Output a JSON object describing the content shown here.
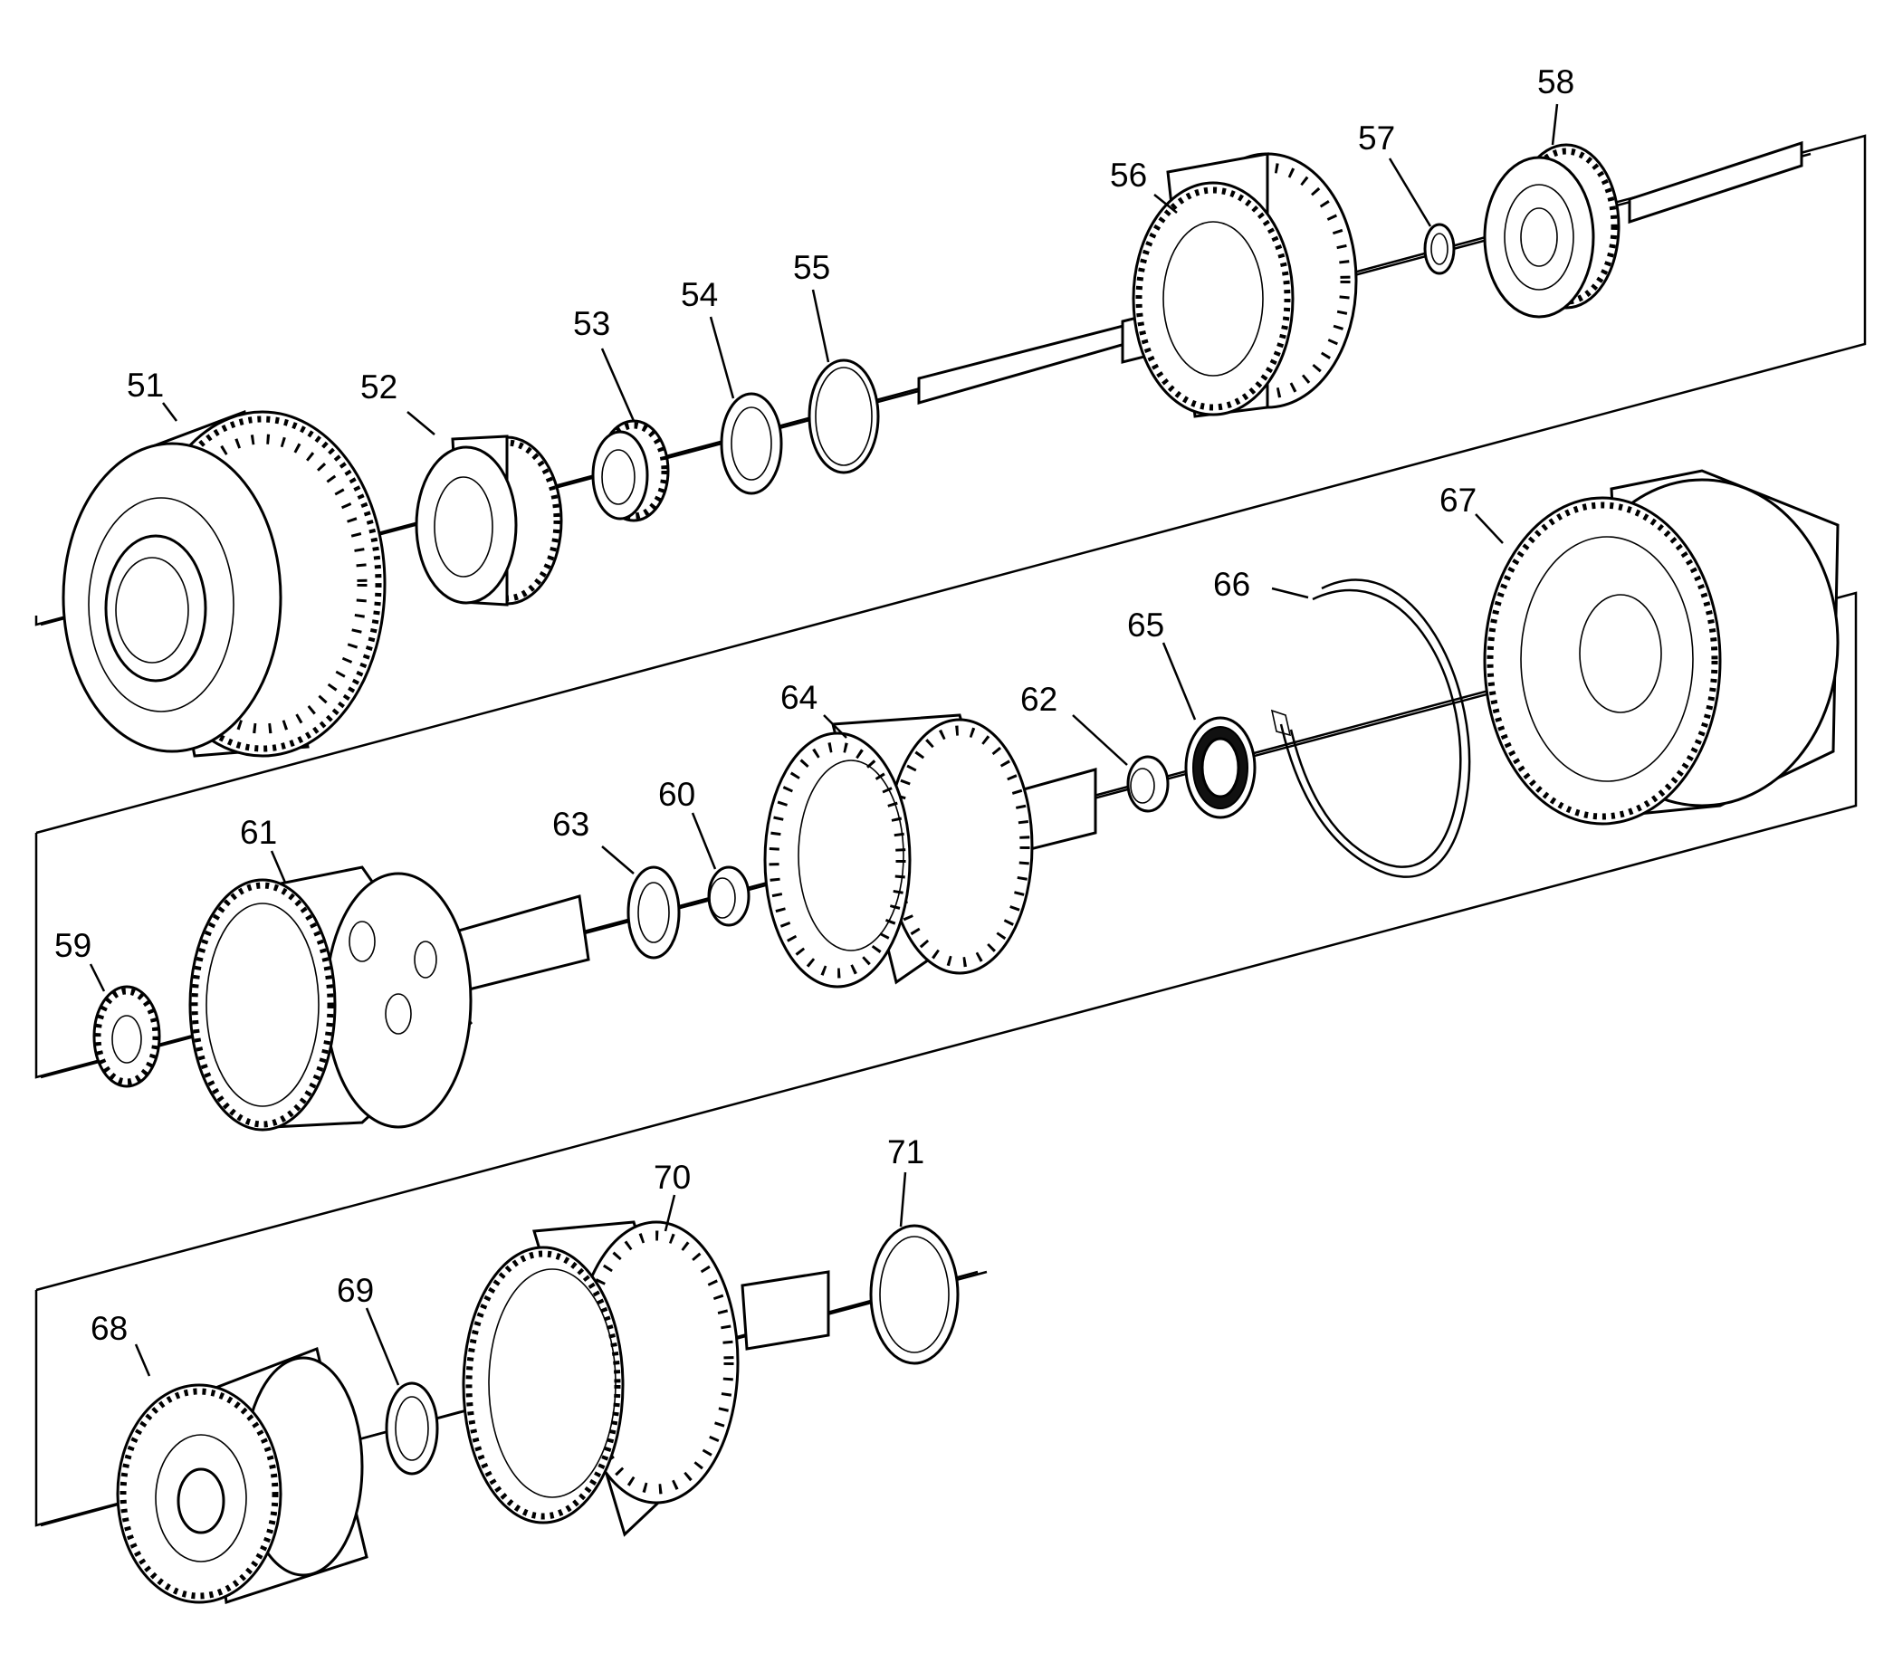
{
  "parts": [
    {
      "label": "51"
    },
    {
      "label": "52"
    },
    {
      "label": "53"
    },
    {
      "label": "54"
    },
    {
      "label": "55"
    },
    {
      "label": "56"
    },
    {
      "label": "57"
    },
    {
      "label": "58"
    },
    {
      "label": "59"
    },
    {
      "label": "60"
    },
    {
      "label": "61"
    },
    {
      "label": "62"
    },
    {
      "label": "63"
    },
    {
      "label": "64"
    },
    {
      "label": "65"
    },
    {
      "label": "66"
    },
    {
      "label": "67"
    },
    {
      "label": "68"
    },
    {
      "label": "69"
    },
    {
      "label": "70"
    },
    {
      "label": "71"
    }
  ]
}
